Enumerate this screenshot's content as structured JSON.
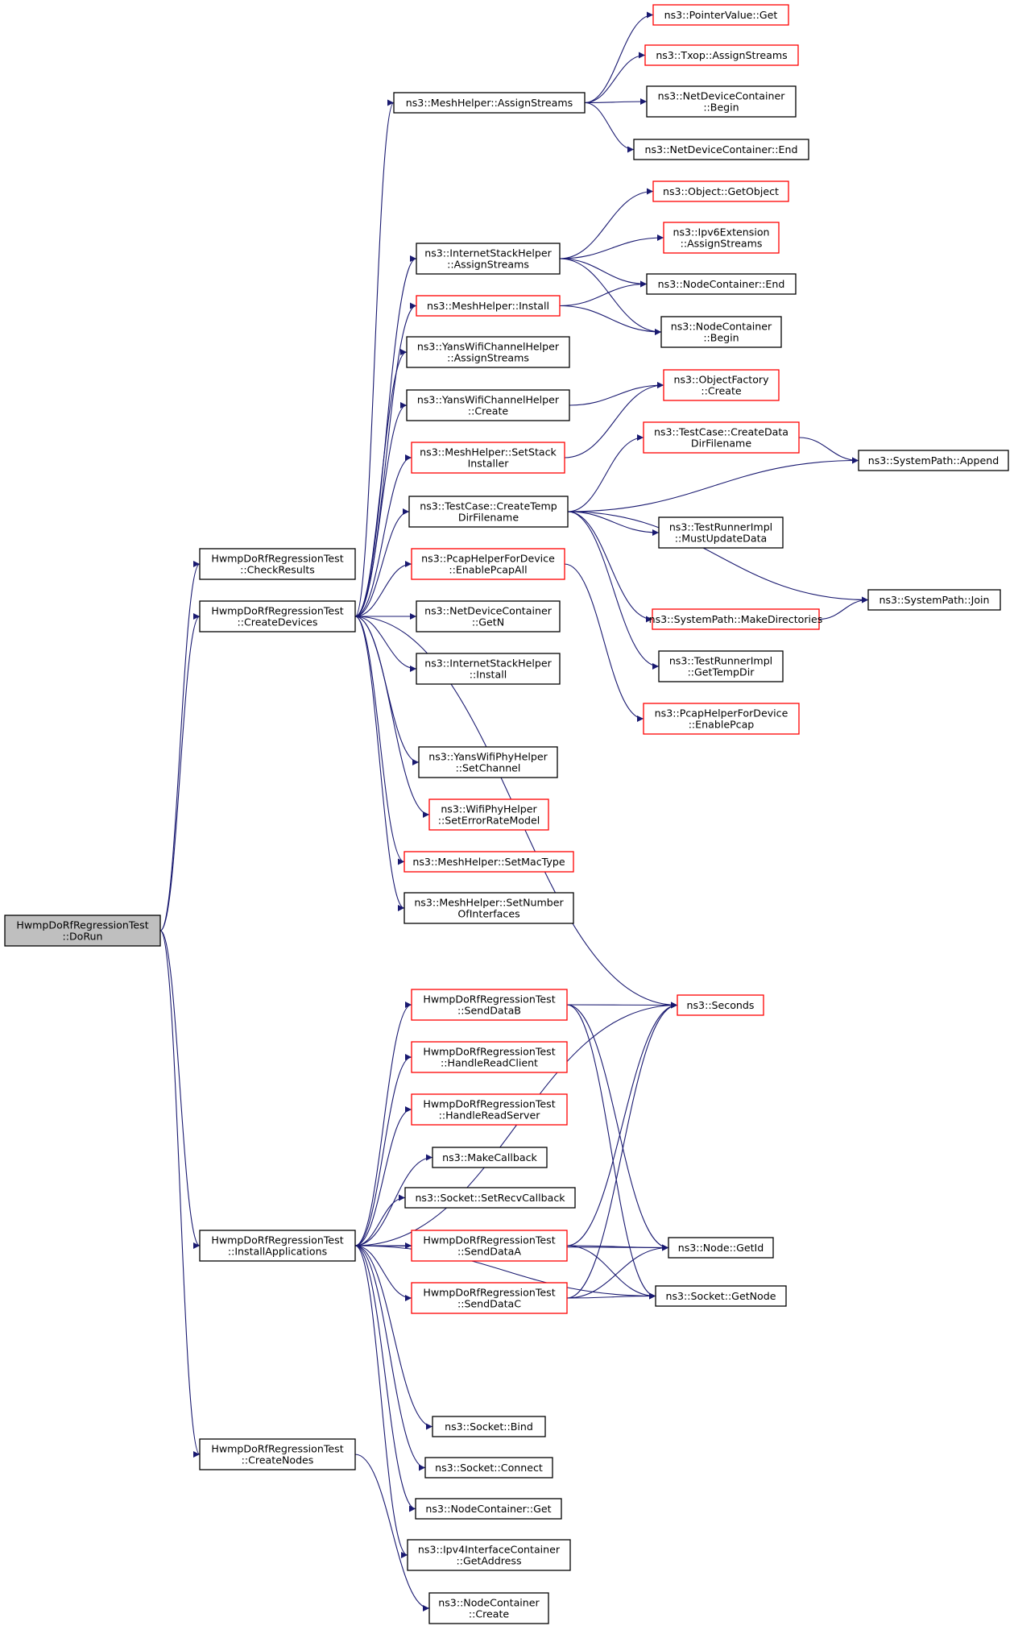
{
  "diagram": {
    "type": "call-graph",
    "colors": {
      "edge": "#191970",
      "border_default": "#000000",
      "border_partial": "#ff0000",
      "root_fill": "#bfbfbf",
      "background": "#ffffff"
    },
    "nodes": [
      {
        "id": "dorun",
        "lines": [
          "HwmpDoRfRegressionTest",
          "::DoRun"
        ],
        "style": "root"
      },
      {
        "id": "checkresults",
        "lines": [
          "HwmpDoRfRegressionTest",
          "::CheckResults"
        ],
        "style": "black"
      },
      {
        "id": "createdevices",
        "lines": [
          "HwmpDoRfRegressionTest",
          "::CreateDevices"
        ],
        "style": "black"
      },
      {
        "id": "installapps",
        "lines": [
          "HwmpDoRfRegressionTest",
          "::InstallApplications"
        ],
        "style": "black"
      },
      {
        "id": "createnodes",
        "lines": [
          "HwmpDoRfRegressionTest",
          "::CreateNodes"
        ],
        "style": "black"
      },
      {
        "id": "mh_assign",
        "lines": [
          "ns3::MeshHelper::AssignStreams"
        ],
        "style": "black"
      },
      {
        "id": "ptrval_get",
        "lines": [
          "ns3::PointerValue::Get"
        ],
        "style": "red"
      },
      {
        "id": "txop_assign",
        "lines": [
          "ns3::Txop::AssignStreams"
        ],
        "style": "red"
      },
      {
        "id": "ndc_begin",
        "lines": [
          "ns3::NetDeviceContainer",
          "::Begin"
        ],
        "style": "black"
      },
      {
        "id": "ndc_end",
        "lines": [
          "ns3::NetDeviceContainer::End"
        ],
        "style": "black"
      },
      {
        "id": "ish_assign",
        "lines": [
          "ns3::InternetStackHelper",
          "::AssignStreams"
        ],
        "style": "black"
      },
      {
        "id": "obj_getobject",
        "lines": [
          "ns3::Object::GetObject"
        ],
        "style": "red"
      },
      {
        "id": "ipv6ext_assign",
        "lines": [
          "ns3::Ipv6Extension",
          "::AssignStreams"
        ],
        "style": "red"
      },
      {
        "id": "nc_end",
        "lines": [
          "ns3::NodeContainer::End"
        ],
        "style": "black"
      },
      {
        "id": "mh_install",
        "lines": [
          "ns3::MeshHelper::Install"
        ],
        "style": "red"
      },
      {
        "id": "nc_begin",
        "lines": [
          "ns3::NodeContainer",
          "::Begin"
        ],
        "style": "black"
      },
      {
        "id": "ywch_assign",
        "lines": [
          "ns3::YansWifiChannelHelper",
          "::AssignStreams"
        ],
        "style": "black"
      },
      {
        "id": "ywch_create",
        "lines": [
          "ns3::YansWifiChannelHelper",
          "::Create"
        ],
        "style": "black"
      },
      {
        "id": "objfactory_create",
        "lines": [
          "ns3::ObjectFactory",
          "::Create"
        ],
        "style": "red"
      },
      {
        "id": "mh_setstack",
        "lines": [
          "ns3::MeshHelper::SetStack",
          "Installer"
        ],
        "style": "red"
      },
      {
        "id": "tc_createdatadir",
        "lines": [
          "ns3::TestCase::CreateData",
          "DirFilename"
        ],
        "style": "red"
      },
      {
        "id": "sp_append",
        "lines": [
          "ns3::SystemPath::Append"
        ],
        "style": "black"
      },
      {
        "id": "tc_createtempdir",
        "lines": [
          "ns3::TestCase::CreateTemp",
          "DirFilename"
        ],
        "style": "black"
      },
      {
        "id": "tri_mustupdate",
        "lines": [
          "ns3::TestRunnerImpl",
          "::MustUpdateData"
        ],
        "style": "black"
      },
      {
        "id": "phfd_enableall",
        "lines": [
          "ns3::PcapHelperForDevice",
          "::EnablePcapAll"
        ],
        "style": "red"
      },
      {
        "id": "sp_makedirs",
        "lines": [
          "ns3::SystemPath::MakeDirectories"
        ],
        "style": "red"
      },
      {
        "id": "sp_join",
        "lines": [
          "ns3::SystemPath::Join"
        ],
        "style": "black"
      },
      {
        "id": "ndc_getn",
        "lines": [
          "ns3::NetDeviceContainer",
          "::GetN"
        ],
        "style": "black"
      },
      {
        "id": "tri_gettempdir",
        "lines": [
          "ns3::TestRunnerImpl",
          "::GetTempDir"
        ],
        "style": "black"
      },
      {
        "id": "ish_install",
        "lines": [
          "ns3::InternetStackHelper",
          "::Install"
        ],
        "style": "black"
      },
      {
        "id": "phfd_enable",
        "lines": [
          "ns3::PcapHelperForDevice",
          "::EnablePcap"
        ],
        "style": "red"
      },
      {
        "id": "ywph_setchannel",
        "lines": [
          "ns3::YansWifiPhyHelper",
          "::SetChannel"
        ],
        "style": "black"
      },
      {
        "id": "wph_seterror",
        "lines": [
          "ns3::WifiPhyHelper",
          "::SetErrorRateModel"
        ],
        "style": "red"
      },
      {
        "id": "mh_setmactype",
        "lines": [
          "ns3::MeshHelper::SetMacType"
        ],
        "style": "red"
      },
      {
        "id": "mh_setnumif",
        "lines": [
          "ns3::MeshHelper::SetNumber",
          "OfInterfaces"
        ],
        "style": "black"
      },
      {
        "id": "senddatab",
        "lines": [
          "HwmpDoRfRegressionTest",
          "::SendDataB"
        ],
        "style": "red"
      },
      {
        "id": "seconds",
        "lines": [
          "ns3::Seconds"
        ],
        "style": "red"
      },
      {
        "id": "handlereadclient",
        "lines": [
          "HwmpDoRfRegressionTest",
          "::HandleReadClient"
        ],
        "style": "red"
      },
      {
        "id": "handlereadserver",
        "lines": [
          "HwmpDoRfRegressionTest",
          "::HandleReadServer"
        ],
        "style": "red"
      },
      {
        "id": "makecallback",
        "lines": [
          "ns3::MakeCallback"
        ],
        "style": "black"
      },
      {
        "id": "sock_setrecv",
        "lines": [
          "ns3::Socket::SetRecvCallback"
        ],
        "style": "black"
      },
      {
        "id": "senddataa",
        "lines": [
          "HwmpDoRfRegressionTest",
          "::SendDataA"
        ],
        "style": "red"
      },
      {
        "id": "node_getid",
        "lines": [
          "ns3::Node::GetId"
        ],
        "style": "black"
      },
      {
        "id": "senddatac",
        "lines": [
          "HwmpDoRfRegressionTest",
          "::SendDataC"
        ],
        "style": "red"
      },
      {
        "id": "sock_getnode",
        "lines": [
          "ns3::Socket::GetNode"
        ],
        "style": "black"
      },
      {
        "id": "sock_bind",
        "lines": [
          "ns3::Socket::Bind"
        ],
        "style": "black"
      },
      {
        "id": "sock_connect",
        "lines": [
          "ns3::Socket::Connect"
        ],
        "style": "black"
      },
      {
        "id": "nc_get",
        "lines": [
          "ns3::NodeContainer::Get"
        ],
        "style": "black"
      },
      {
        "id": "ipv4ic_getaddr",
        "lines": [
          "ns3::Ipv4InterfaceContainer",
          "::GetAddress"
        ],
        "style": "black"
      },
      {
        "id": "nc_create",
        "lines": [
          "ns3::NodeContainer",
          "::Create"
        ],
        "style": "black"
      }
    ],
    "edges": [
      [
        "dorun",
        "checkresults"
      ],
      [
        "dorun",
        "createdevices"
      ],
      [
        "dorun",
        "installapps"
      ],
      [
        "dorun",
        "createnodes"
      ],
      [
        "createdevices",
        "mh_assign"
      ],
      [
        "createdevices",
        "ish_assign"
      ],
      [
        "createdevices",
        "mh_install"
      ],
      [
        "createdevices",
        "ywch_assign"
      ],
      [
        "createdevices",
        "ywch_create"
      ],
      [
        "createdevices",
        "mh_setstack"
      ],
      [
        "createdevices",
        "tc_createtempdir"
      ],
      [
        "createdevices",
        "phfd_enableall"
      ],
      [
        "createdevices",
        "ndc_getn"
      ],
      [
        "createdevices",
        "ish_install"
      ],
      [
        "createdevices",
        "seconds"
      ],
      [
        "createdevices",
        "ywph_setchannel"
      ],
      [
        "createdevices",
        "wph_seterror"
      ],
      [
        "createdevices",
        "mh_setmactype"
      ],
      [
        "createdevices",
        "mh_setnumif"
      ],
      [
        "mh_assign",
        "ptrval_get"
      ],
      [
        "mh_assign",
        "txop_assign"
      ],
      [
        "mh_assign",
        "ndc_begin"
      ],
      [
        "mh_assign",
        "ndc_end"
      ],
      [
        "ish_assign",
        "obj_getobject"
      ],
      [
        "ish_assign",
        "ipv6ext_assign"
      ],
      [
        "ish_assign",
        "nc_end"
      ],
      [
        "ish_assign",
        "nc_begin"
      ],
      [
        "mh_install",
        "nc_end"
      ],
      [
        "mh_install",
        "nc_begin"
      ],
      [
        "ywch_create",
        "objfactory_create"
      ],
      [
        "mh_setstack",
        "objfactory_create"
      ],
      [
        "tc_createdatadir",
        "sp_append"
      ],
      [
        "tc_createtempdir",
        "tc_createdatadir"
      ],
      [
        "tc_createtempdir",
        "sp_append"
      ],
      [
        "tc_createtempdir",
        "tri_mustupdate"
      ],
      [
        "tc_createtempdir",
        "sp_join"
      ],
      [
        "tc_createtempdir",
        "sp_makedirs"
      ],
      [
        "tc_createtempdir",
        "tri_gettempdir"
      ],
      [
        "sp_makedirs",
        "sp_join"
      ],
      [
        "phfd_enableall",
        "phfd_enable"
      ],
      [
        "installapps",
        "seconds"
      ],
      [
        "installapps",
        "senddatab"
      ],
      [
        "installapps",
        "handlereadclient"
      ],
      [
        "installapps",
        "handlereadserver"
      ],
      [
        "installapps",
        "makecallback"
      ],
      [
        "installapps",
        "sock_setrecv"
      ],
      [
        "installapps",
        "senddataa"
      ],
      [
        "installapps",
        "senddatac"
      ],
      [
        "installapps",
        "node_getid"
      ],
      [
        "installapps",
        "sock_getnode"
      ],
      [
        "installapps",
        "sock_bind"
      ],
      [
        "installapps",
        "sock_connect"
      ],
      [
        "installapps",
        "nc_get"
      ],
      [
        "installapps",
        "ipv4ic_getaddr"
      ],
      [
        "senddatab",
        "seconds"
      ],
      [
        "senddatab",
        "node_getid"
      ],
      [
        "senddatab",
        "sock_getnode"
      ],
      [
        "senddataa",
        "seconds"
      ],
      [
        "senddataa",
        "node_getid"
      ],
      [
        "senddataa",
        "sock_getnode"
      ],
      [
        "senddatac",
        "seconds"
      ],
      [
        "senddatac",
        "node_getid"
      ],
      [
        "senddatac",
        "sock_getnode"
      ],
      [
        "createnodes",
        "nc_create"
      ]
    ]
  }
}
